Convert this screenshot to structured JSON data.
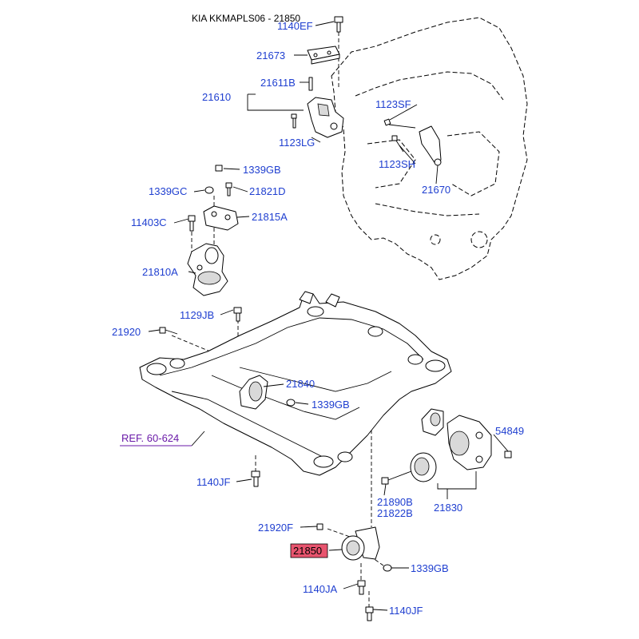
{
  "title": "KIA KKMAPLS06 - 21850",
  "colors": {
    "label": "#1f3fd0",
    "ref": "#6a1aa8",
    "highlight_bg": "#e8546e"
  },
  "labels": {
    "p1140EF": "1140EF",
    "p21673": "21673",
    "p21611B": "21611B",
    "p21610": "21610",
    "p1123LG": "1123LG",
    "p1123SF": "1123SF",
    "p1123SH": "1123SH",
    "p21670": "21670",
    "p1339GB_top": "1339GB",
    "p1339GC": "1339GC",
    "p21821D": "21821D",
    "p11403C": "11403C",
    "p21815A": "21815A",
    "p21810A": "21810A",
    "p1129JB": "1129JB",
    "p21920": "21920",
    "p21840": "21840",
    "p1339GB_mid": "1339GB",
    "ref": "REF. 60-624",
    "p54849": "54849",
    "p1140JF_left": "1140JF",
    "p21890B": "21890B",
    "p21822B": "21822B",
    "p21830": "21830",
    "p21920F": "21920F",
    "p21850": "21850",
    "p1339GB_bot": "1339GB",
    "p1140JA": "1140JA",
    "p1140JF_bot": "1140JF"
  }
}
